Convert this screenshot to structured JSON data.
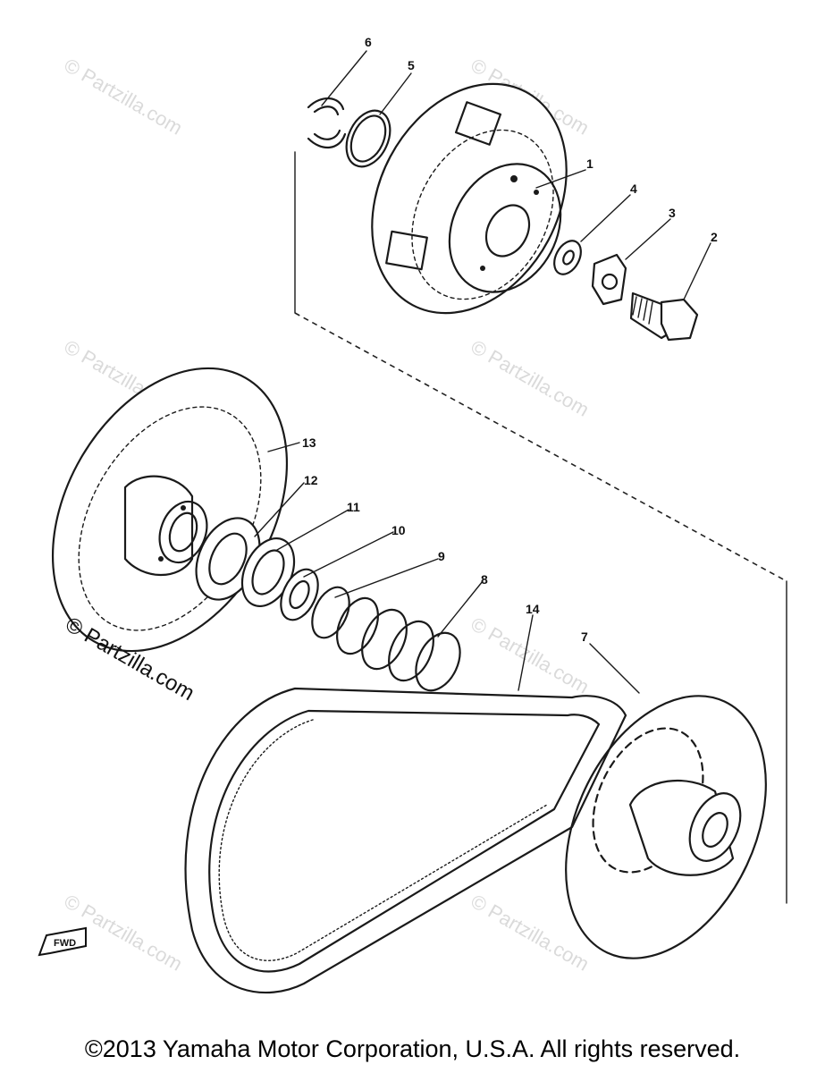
{
  "diagram": {
    "callouts": [
      "1",
      "2",
      "3",
      "4",
      "5",
      "6",
      "7",
      "8",
      "9",
      "10",
      "11",
      "12",
      "13",
      "14"
    ],
    "front_label": "FWD"
  },
  "watermarks": {
    "light": "© Partzilla.com",
    "dark": "© Partzilla.com"
  },
  "footer": {
    "copyright": "©2013  Yamaha Motor Corporation, U.S.A. All rights reserved."
  }
}
